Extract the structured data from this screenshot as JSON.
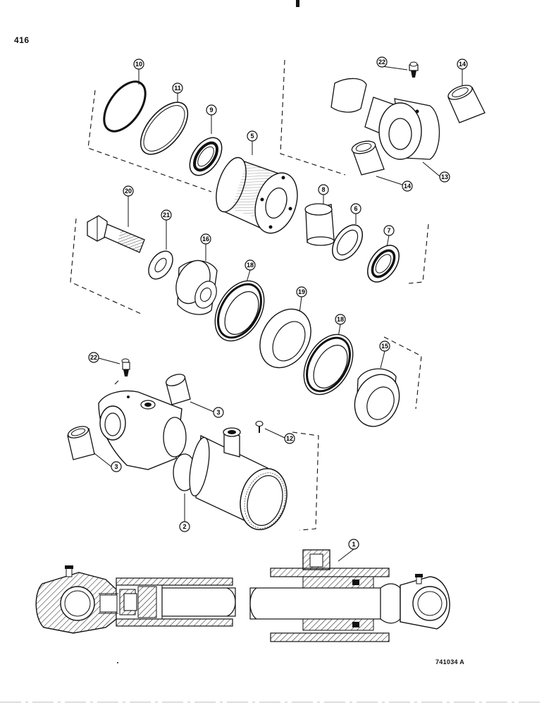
{
  "page_number": "416",
  "figure_id": "741034 A",
  "callouts": {
    "c1": "1",
    "c2": "2",
    "c3a": "3",
    "c3b": "3",
    "c5": "5",
    "c6": "6",
    "c7": "7",
    "c8": "8",
    "c9": "9",
    "c10": "10",
    "c11": "11",
    "c12": "12",
    "c13": "13",
    "c14a": "14",
    "c14b": "14",
    "c15": "15",
    "c16": "16",
    "c18a": "18",
    "c18b": "18",
    "c19": "19",
    "c20": "20",
    "c21": "21",
    "c22a": "22",
    "c22b": "22"
  }
}
